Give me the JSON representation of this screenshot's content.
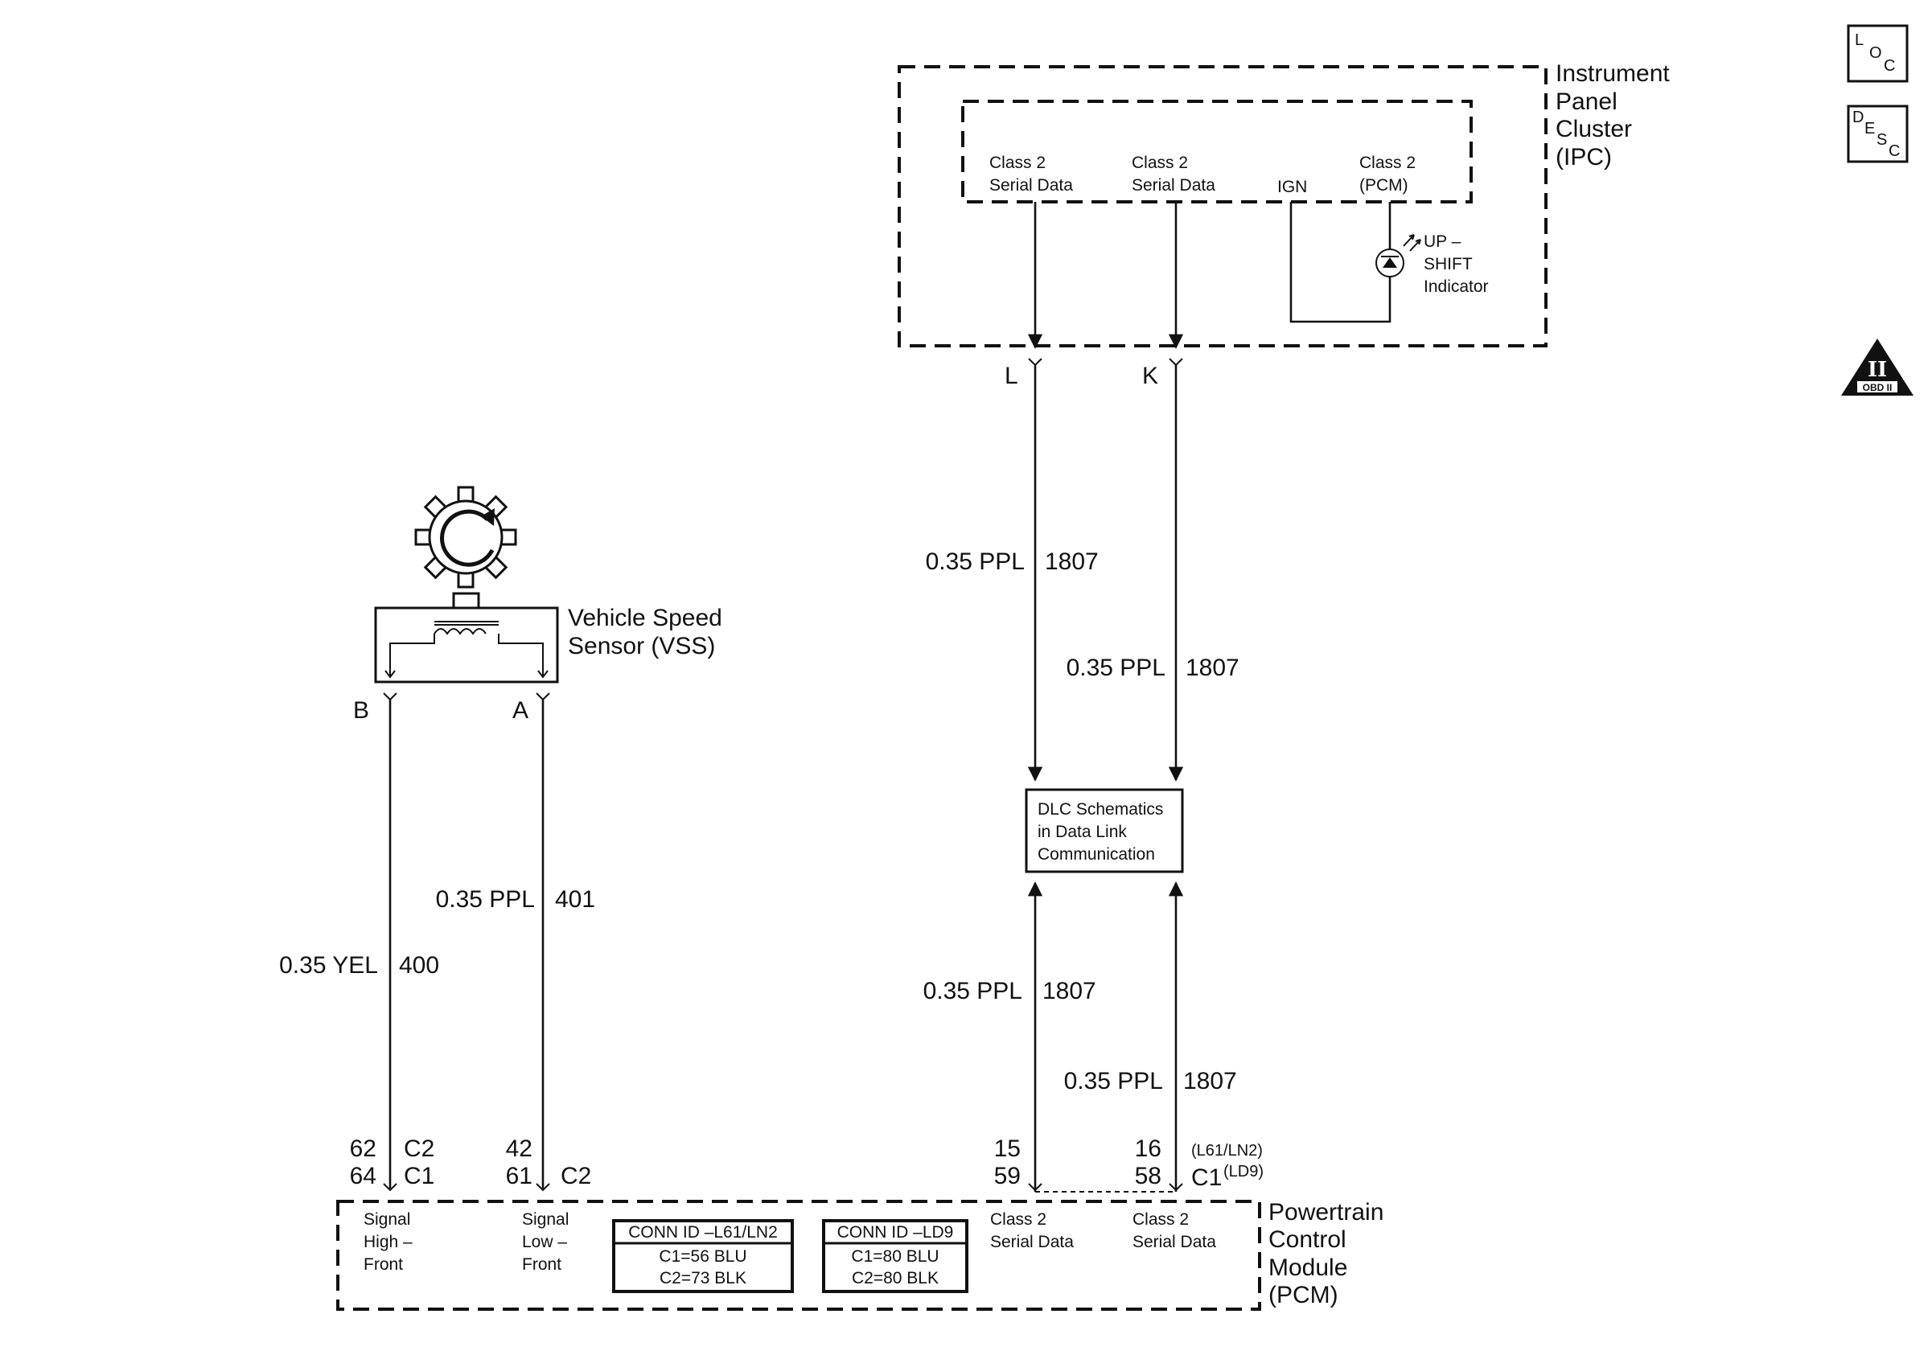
{
  "ipc": {
    "title_lines": [
      "Instrument",
      "Panel",
      "Cluster",
      "(IPC)"
    ],
    "pin_class2_a": [
      "Class 2",
      "Serial Data"
    ],
    "pin_class2_b": [
      "Class 2",
      "Serial Data"
    ],
    "pin_ign": "IGN",
    "pin_class2_pcm": [
      "Class 2",
      "(PCM)"
    ],
    "upshift_label": [
      "UP –",
      "SHIFT",
      "Indicator"
    ]
  },
  "ipc_connector": {
    "pin_left": "L",
    "pin_right": "K"
  },
  "wires": {
    "ipc_left": {
      "gauge_color": "0.35 PPL",
      "circuit": "1807"
    },
    "ipc_right": {
      "gauge_color": "0.35 PPL",
      "circuit": "1807"
    },
    "pcm_left": {
      "gauge_color": "0.35 PPL",
      "circuit": "1807"
    },
    "pcm_right": {
      "gauge_color": "0.35 PPL",
      "circuit": "1807"
    },
    "vss_a": {
      "gauge_color": "0.35 PPL",
      "circuit": "401"
    },
    "vss_b": {
      "gauge_color": "0.35 YEL",
      "circuit": "400"
    }
  },
  "dlc": {
    "lines": [
      "DLC Schematics",
      "in Data Link",
      "Communication"
    ]
  },
  "vss": {
    "title_lines": [
      "Vehicle Speed",
      "Sensor (VSS)"
    ],
    "pin_left": "B",
    "pin_right": "A"
  },
  "pcm_pins": {
    "signal_high": {
      "pins": [
        "62",
        "64"
      ],
      "conns": [
        "C2",
        "C1"
      ]
    },
    "signal_low": {
      "pins": [
        "42",
        "61"
      ],
      "conn": "C2"
    },
    "class2_left": {
      "pins": [
        "15",
        "59"
      ]
    },
    "class2_right": {
      "pins": [
        "16",
        "58"
      ],
      "conn": "C1",
      "note_top": "(L61/LN2)",
      "note_bottom": "(LD9)"
    }
  },
  "pcm": {
    "title_lines": [
      "Powertrain",
      "Control",
      "Module",
      "(PCM)"
    ],
    "signal_high_label": [
      "Signal",
      "High –",
      "Front"
    ],
    "signal_low_label": [
      "Signal",
      "Low –",
      "Front"
    ],
    "class2_left_label": [
      "Class 2",
      "Serial Data"
    ],
    "class2_right_label": [
      "Class 2",
      "Serial Data"
    ],
    "conn_id_1": {
      "title": "CONN ID –L61/LN2",
      "lines": [
        "C1=56 BLU",
        "C2=73 BLK"
      ]
    },
    "conn_id_2": {
      "title": "CONN ID –LD9",
      "lines": [
        "C1=80 BLU",
        "C2=80 BLK"
      ]
    }
  },
  "side_icons": {
    "loc": [
      "L",
      "O",
      "C"
    ],
    "desc": [
      "D",
      "E",
      "S",
      "C"
    ],
    "obd": {
      "numeral": "II",
      "caption": "OBD II"
    }
  }
}
